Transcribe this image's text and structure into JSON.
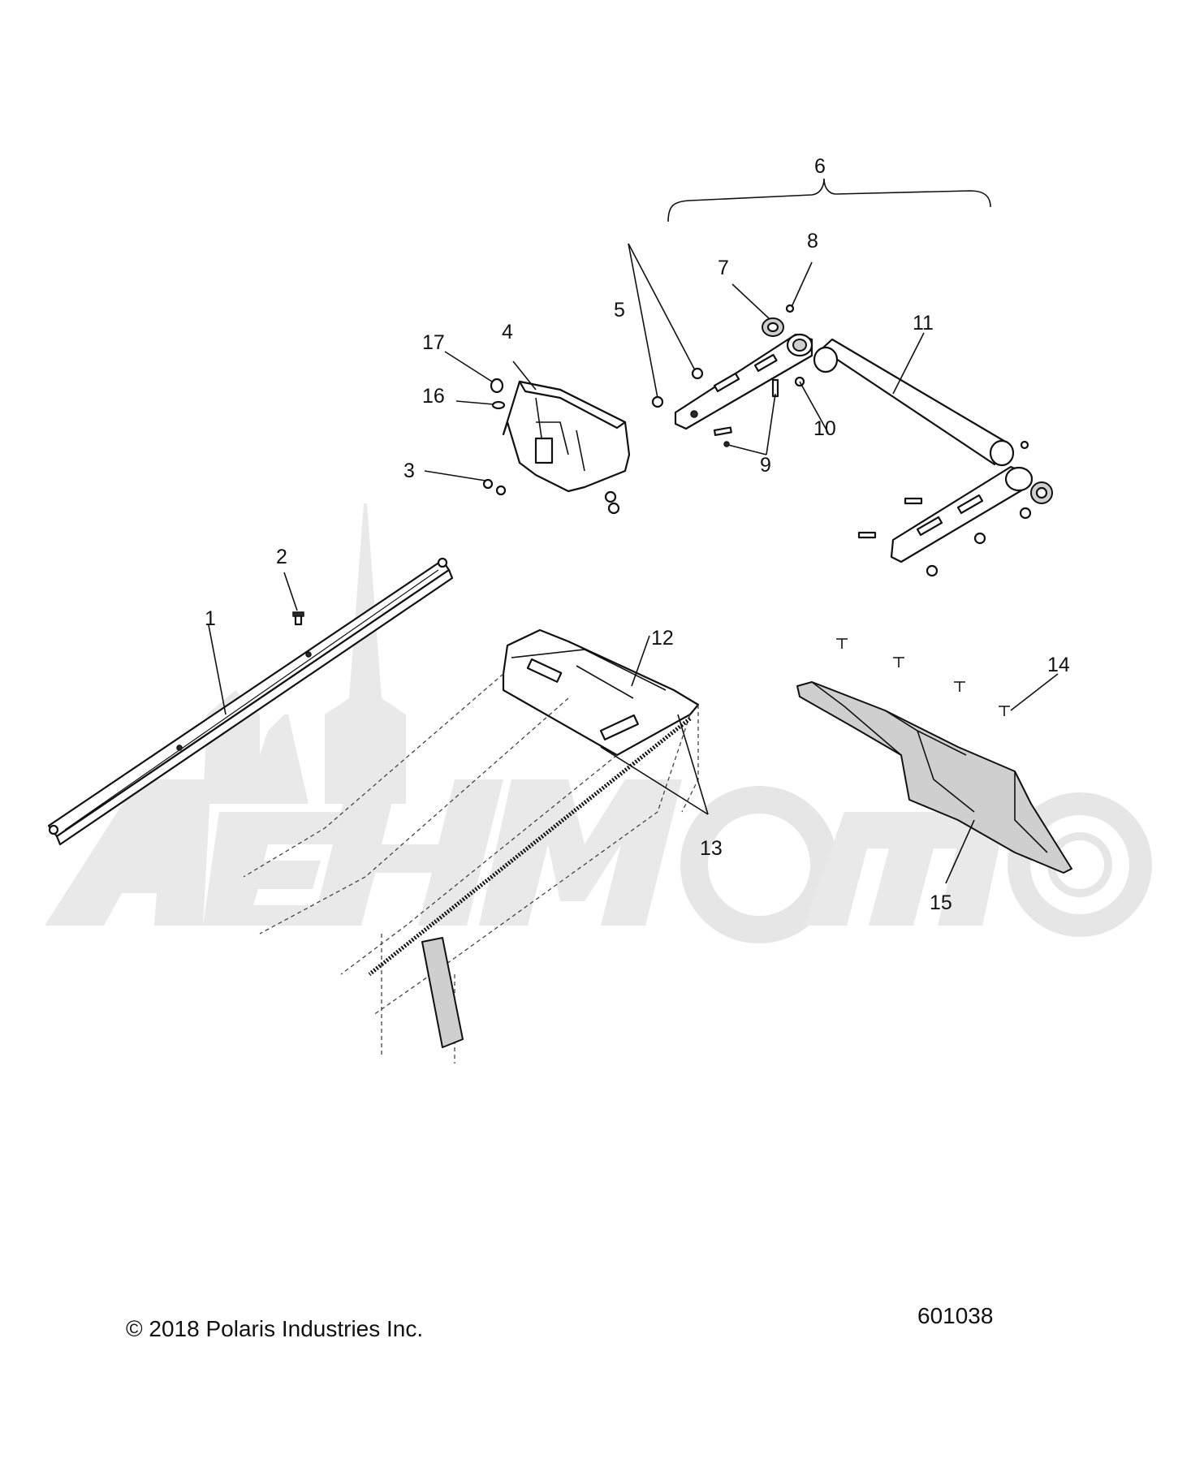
{
  "watermark": {
    "text": "AehMomo",
    "color": "#e9e9e9"
  },
  "diagram_id": "601038",
  "copyright": "© 2018 Polaris Industries Inc.",
  "callouts": [
    "1",
    "2",
    "3",
    "4",
    "5",
    "6",
    "7",
    "8",
    "9",
    "10",
    "11",
    "12",
    "13",
    "14",
    "15",
    "16",
    "17"
  ]
}
